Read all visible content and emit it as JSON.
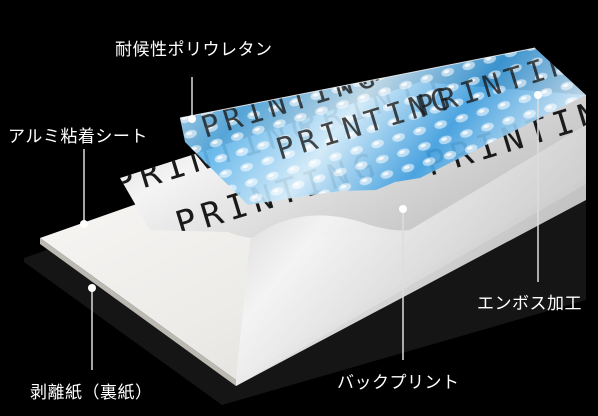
{
  "labels": {
    "polyurethane": "耐候性ポリウレタン",
    "aluminum": "アルミ粘着シート",
    "release": "剥離紙（裏紙）",
    "embossed": "エンボス加工",
    "backprint": "バックプリント"
  },
  "print_text": "PRINTING",
  "colors": {
    "background": "#000000",
    "label_text": "#ffffff",
    "leader_line": "#dddddd",
    "release_paper": "#f2f1ef",
    "aluminum_sheet": "#dcdcdc",
    "polyurethane_blue": "#4aa8e8",
    "print_text": "#1a1a1a"
  }
}
